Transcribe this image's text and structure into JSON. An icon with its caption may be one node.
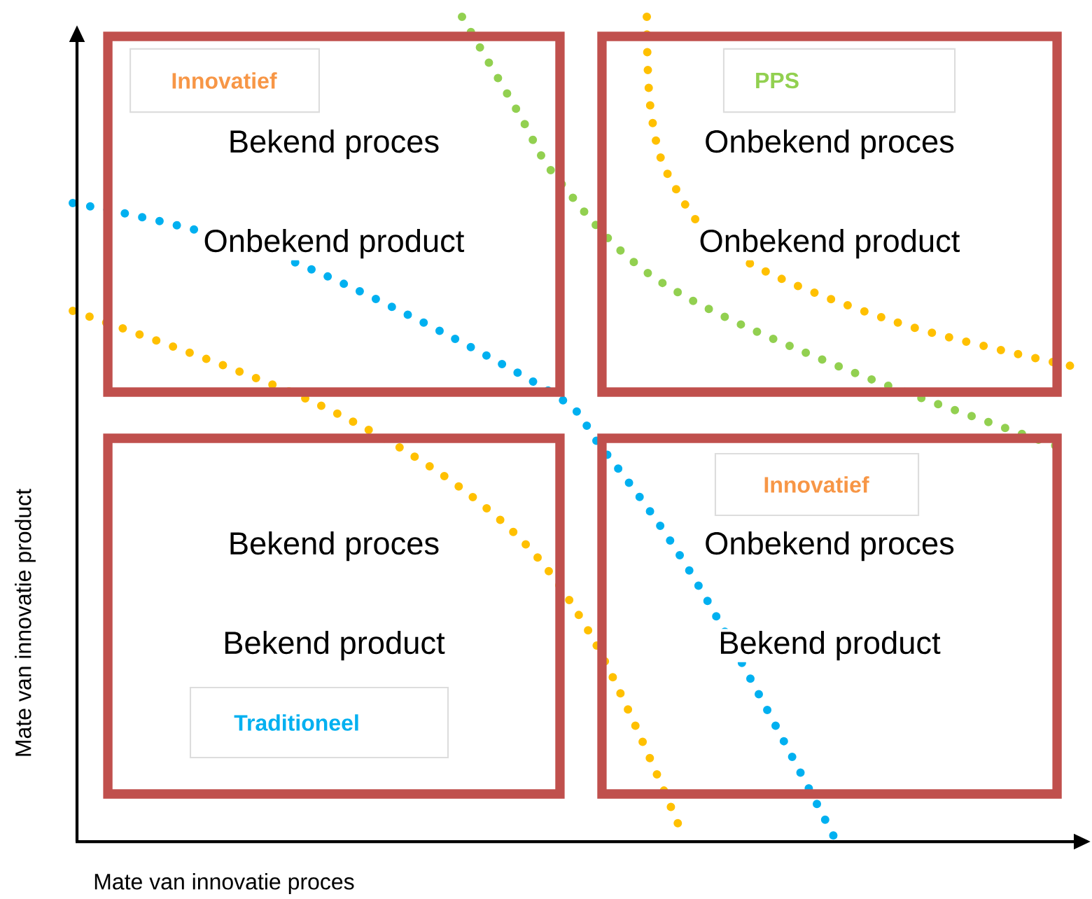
{
  "diagram": {
    "nodes": [
      {
        "text": [
          "Bekend proces",
          "Onbekend product"
        ]
      },
      {
        "text": [
          "Innovatief"
        ],
        "in": 0
      },
      {
        "text": [
          "Onbekend proces",
          "Onbekend product"
        ]
      },
      {
        "text": [
          "PPS"
        ],
        "in": 2
      },
      {
        "text": [
          "Bekend proces",
          "Bekend product"
        ]
      },
      {
        "text": [
          "Traditioneel"
        ],
        "in": 4
      },
      {
        "text": [
          "Onbekend proces",
          "Bekend product"
        ]
      },
      {
        "text": [
          "Innovatief"
        ],
        "in": 6
      }
    ],
    "labels": [
      "Mate van innovatie product",
      "Mate van innovatie proces"
    ]
  }
}
